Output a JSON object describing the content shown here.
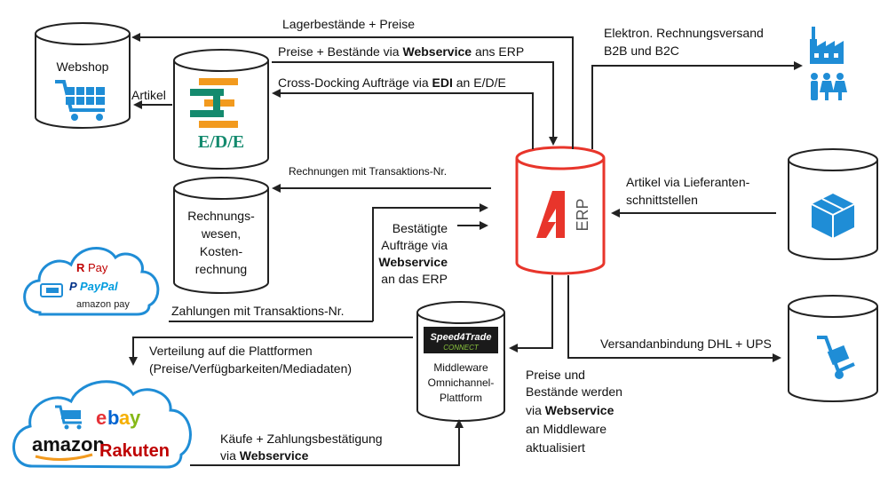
{
  "nodes": {
    "webshop": "Webshop",
    "ede": "E/D/E",
    "rechnungswesen": [
      "Rechnungs-",
      "wesen,",
      "Kosten-",
      "rechnung"
    ],
    "erp": "ERP",
    "middleware_logo": [
      "Speed4Trade",
      "CONNECT"
    ],
    "middleware": [
      "Middleware",
      "Omnichannel-",
      "Plattform"
    ]
  },
  "payment": {
    "rpay": "Pay",
    "paypal": "PayPal",
    "amazonpay": "amazon pay"
  },
  "marketplaces": {
    "ebay": "ebay",
    "amazon": "amazon",
    "rakuten": "Rakuten"
  },
  "flows": {
    "lager": "Lagerbestände + Preise",
    "preise_pre": "Preise + Bestände via ",
    "preise_bold": "Webservice",
    "preise_post": " ans ERP",
    "cross_pre": "Cross-Docking Aufträge via ",
    "cross_bold": "EDI",
    "cross_post": " an E/D/E",
    "artikel": "Artikel",
    "rechnungen": "Rechnungen mit Transaktions-Nr.",
    "bestaetigt_1": "Bestätigte",
    "bestaetigt_2": "Aufträge via",
    "bestaetigt_3": "Webservice",
    "bestaetigt_4": "an das ERP",
    "zahlungen": "Zahlungen mit Transaktions-Nr.",
    "verteilung_1": "Verteilung auf die Plattformen",
    "verteilung_2": "(Preise/Verfügbarkeiten/Mediadaten)",
    "kaeufe_1": "Käufe + Zahlungsbestätigung",
    "kaeufe_2_pre": "via ",
    "kaeufe_2_bold": "Webservice",
    "elektron_1": "Elektron. Rechnungsversand",
    "elektron_2": "B2B und B2C",
    "lieferanten_1": "Artikel via Lieferanten-",
    "lieferanten_2": "schnittstellen",
    "versand": "Versandanbindung DHL + UPS",
    "mw_1": "Preise und",
    "mw_2": "Bestände werden",
    "mw_3": "via Webservice",
    "mw_4": "an Middleware",
    "mw_5": "aktualisiert"
  },
  "colors": {
    "erp_red": "#e8352b",
    "icon_blue": "#1f8dd6",
    "ede_green": "#148a6e",
    "ede_orange": "#f29a1e"
  }
}
